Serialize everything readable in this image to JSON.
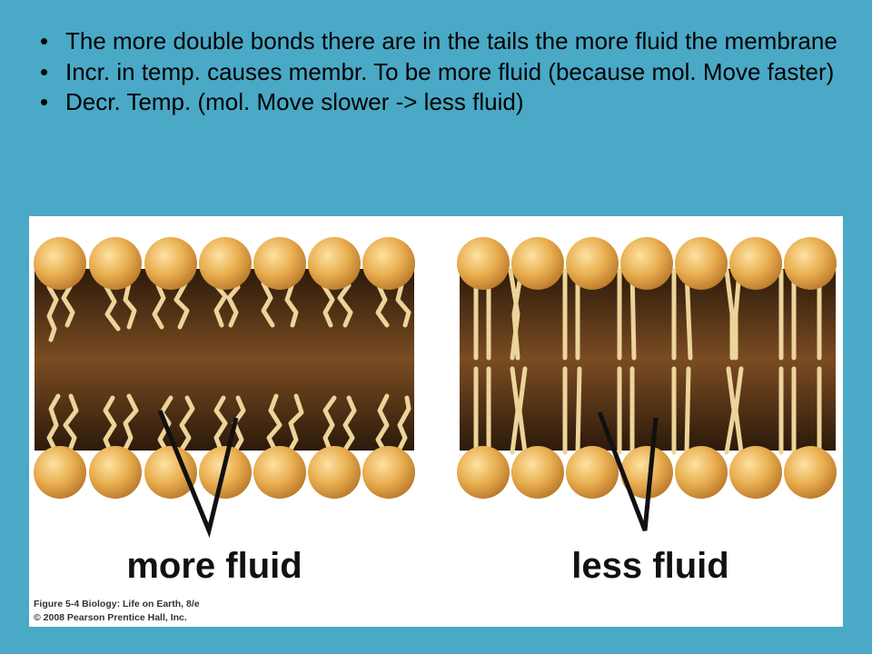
{
  "bullets": [
    "The more double bonds there are in the tails the more fluid the membrane",
    "Incr. in temp. causes membr. To be more fluid (because mol. Move faster)",
    "Decr. Temp. (mol. Move slower -> less fluid)"
  ],
  "figure": {
    "left_label": "more fluid",
    "right_label": "less fluid",
    "credit_line1": "Figure 5-4  Biology: Life on Earth, 8/e",
    "credit_line2": "© 2008 Pearson Prentice Hall, Inc."
  },
  "colors": {
    "background": "#4aa9c6",
    "head": "#e8ad4e",
    "tail": "#ecd49a",
    "membrane_dark": "#3a2410",
    "membrane_light": "#8a5a2a"
  }
}
